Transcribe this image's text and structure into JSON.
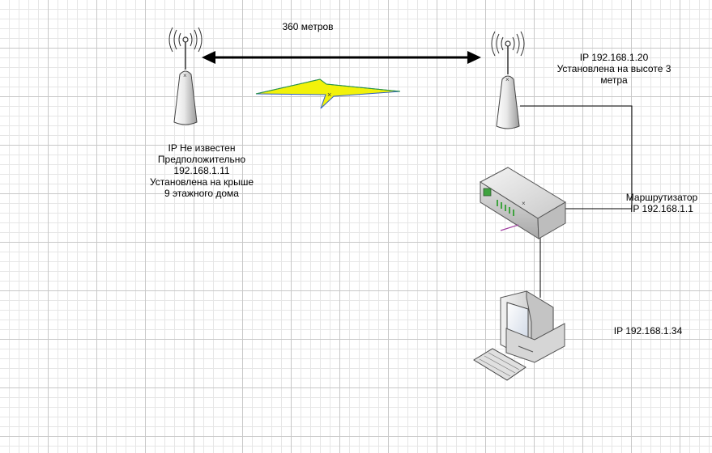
{
  "distance_label": "360 метров",
  "remote_antenna": {
    "lines": [
      "IP Не известен",
      "Предположительно",
      "192.168.1.11",
      "Установлена на крыше",
      "9 этажного дома"
    ]
  },
  "local_antenna": {
    "lines": [
      "IP 192.168.1.20",
      "Установлена на высоте 3",
      "метра"
    ]
  },
  "router": {
    "lines": [
      "Маршрутизатор",
      "IP 192.168.1.1"
    ]
  },
  "computer": {
    "lines": [
      "IP 192.168.1.34"
    ]
  },
  "colors": {
    "lightning_fill": "#f2f20a",
    "lightning_edge_blue": "#2f5fc0",
    "lightning_edge_green": "#2a9a3a",
    "router_leds": "#3fa33f",
    "router_accent": "#a040a0"
  }
}
